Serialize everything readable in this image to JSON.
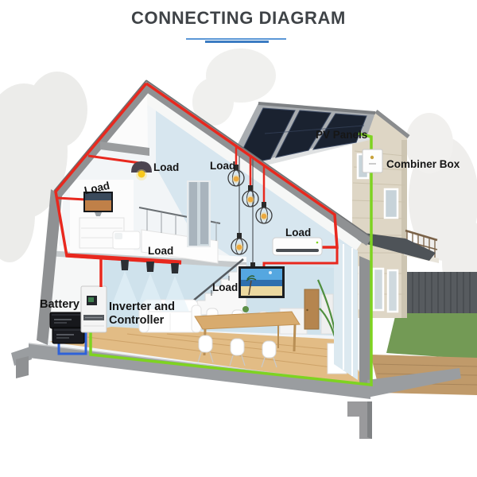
{
  "title": "CONNECTING DIAGRAM",
  "components": {
    "pv_panels": {
      "label": "PV Panels"
    },
    "combiner_box": {
      "label": "Combiner Box"
    },
    "battery": {
      "label": "Battery"
    },
    "inverter": {
      "label": "Inverter and Controller",
      "lines": [
        "Inverter and",
        "Controller"
      ]
    },
    "loads": [
      {
        "label": "Load",
        "device": "ceiling-dome-lamp"
      },
      {
        "label": "Load",
        "device": "wall-tv"
      },
      {
        "label": "Load",
        "device": "cage-pendant-lights"
      },
      {
        "label": "Load",
        "device": "track-spotlights"
      },
      {
        "label": "Load",
        "device": "air-conditioner"
      },
      {
        "label": "Load",
        "device": "tv-screen"
      }
    ]
  },
  "wires": {
    "pv_dc_green": "#7ed321",
    "ac_load_red": "#e8281e",
    "battery_dc_blue": "#2f62d8"
  },
  "colors": {
    "title_text": "#3f4347",
    "underline_blue": "#3c7cc2",
    "structure_gray": "#8f9193",
    "pv_panel_dark": "#1a2230",
    "label_text": "#161616",
    "pv_label_text": "#ffffff"
  }
}
